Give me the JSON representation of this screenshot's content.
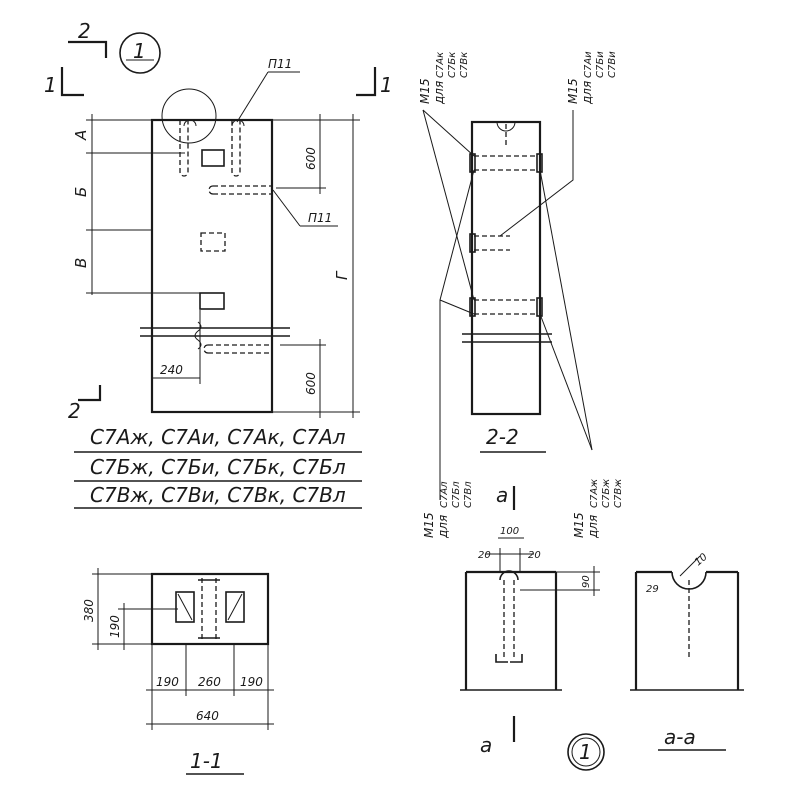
{
  "section_marks": {
    "one": "1",
    "two": "2"
  },
  "callout": {
    "number": "1"
  },
  "labels": {
    "p11": "П11"
  },
  "zones": {
    "a": "А",
    "b": "Б",
    "v": "В",
    "g": "Г"
  },
  "dims": {
    "d600": "600",
    "d240": "240",
    "d380": "380",
    "d190": "190",
    "d260": "260",
    "d640": "640",
    "d100": "100",
    "d20": "20",
    "d90": "90",
    "d29": "29",
    "d10": "10"
  },
  "marks": {
    "row1": "С7Аж, С7Аи, С7Ак, С7Ал",
    "row2": "С7Бж, С7Би, С7Бк, С7Бл",
    "row3": "С7Вж, С7Ви, С7Вк, С7Вл"
  },
  "view_titles": {
    "s11": "1-1",
    "s22": "2-2",
    "saa": "а-а",
    "mark_a": "а"
  },
  "m15": {
    "label": "М15",
    "for": "для"
  },
  "m15_groups": {
    "k": [
      "С7Ак",
      "С7Бк",
      "С7Вк"
    ],
    "i": [
      "С7Аи",
      "С7Би",
      "С7Ви"
    ],
    "l": [
      "С7Ал",
      "С7Бл",
      "С7Вл"
    ],
    "zh": [
      "С7Аж",
      "С7Бж",
      "С7Вж"
    ]
  }
}
